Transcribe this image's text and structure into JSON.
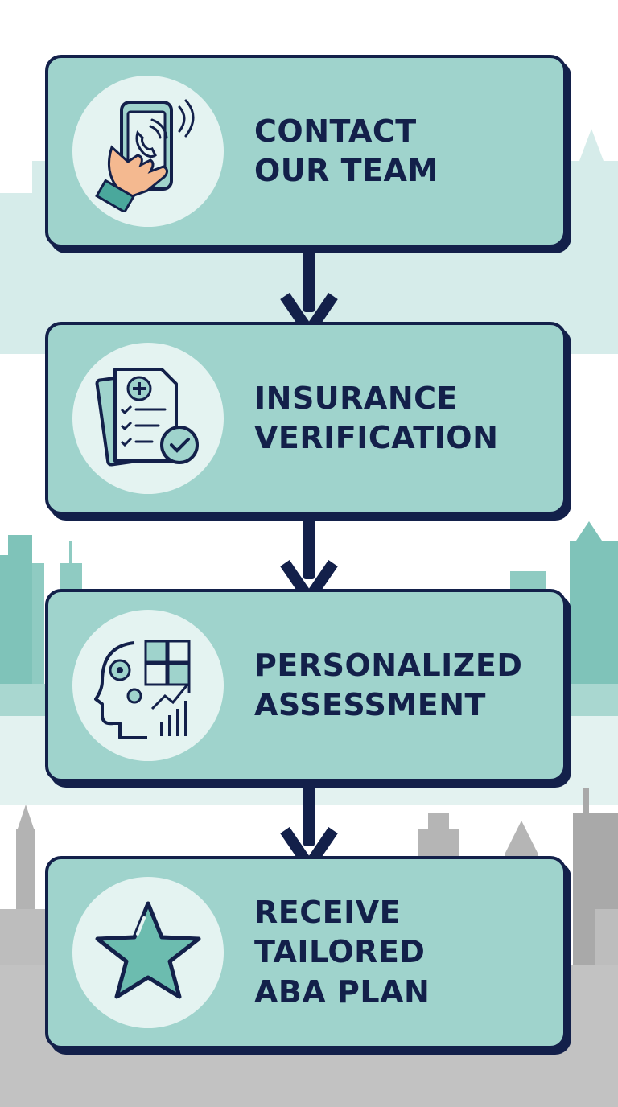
{
  "steps": [
    {
      "lines": [
        "CONTACT",
        "OUR TEAM"
      ],
      "icon": "phone-in-hand-icon"
    },
    {
      "lines": [
        "INSURANCE",
        "VERIFICATION"
      ],
      "icon": "insurance-document-check-icon"
    },
    {
      "lines": [
        "PERSONALIZED",
        "ASSESSMENT"
      ],
      "icon": "head-gears-puzzle-growth-icon"
    },
    {
      "lines": [
        "RECEIVE",
        "TAILORED",
        "ABA PLAN"
      ],
      "icon": "star-icon"
    }
  ],
  "colors": {
    "card": "#9fd3cc",
    "outline": "#13204a",
    "icon_circle": "#e4f3f1",
    "skyline_teal": "#7fc3b9",
    "skyline_gray": "#b7b7b7"
  }
}
